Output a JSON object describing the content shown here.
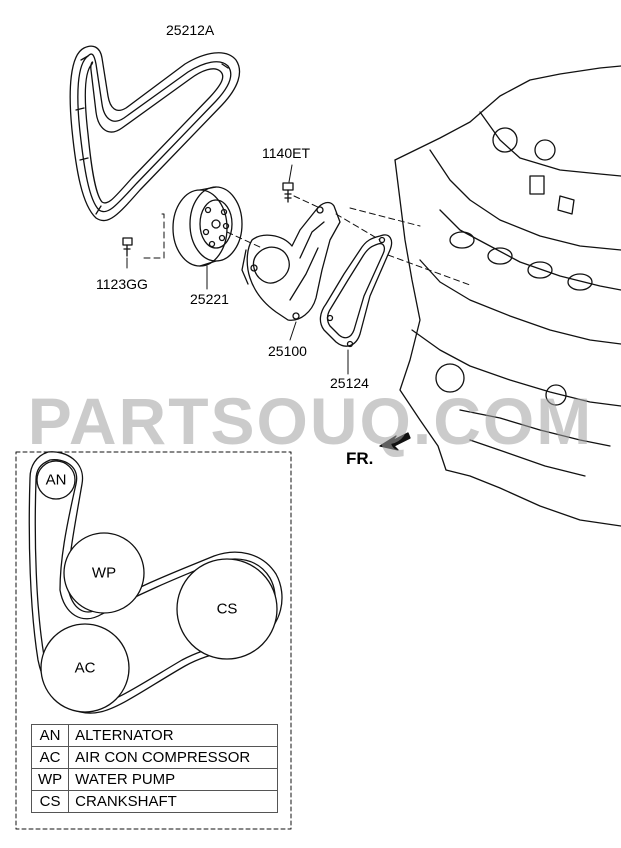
{
  "parts": {
    "belt": "25212A",
    "bolt_top": "1140ET",
    "bolt_left": "1123GG",
    "pulley": "25221",
    "water_pump": "25100",
    "gasket": "25124"
  },
  "direction_label": "FR.",
  "watermark": "PARTSOUQ.COM",
  "belt_routing": {
    "pulleys": [
      "AN",
      "WP",
      "CS",
      "AC"
    ]
  },
  "legend": [
    {
      "code": "AN",
      "description": "ALTERNATOR"
    },
    {
      "code": "AC",
      "description": "AIR CON COMPRESSOR"
    },
    {
      "code": "WP",
      "description": "WATER PUMP"
    },
    {
      "code": "CS",
      "description": "CRANKSHAFT"
    }
  ]
}
